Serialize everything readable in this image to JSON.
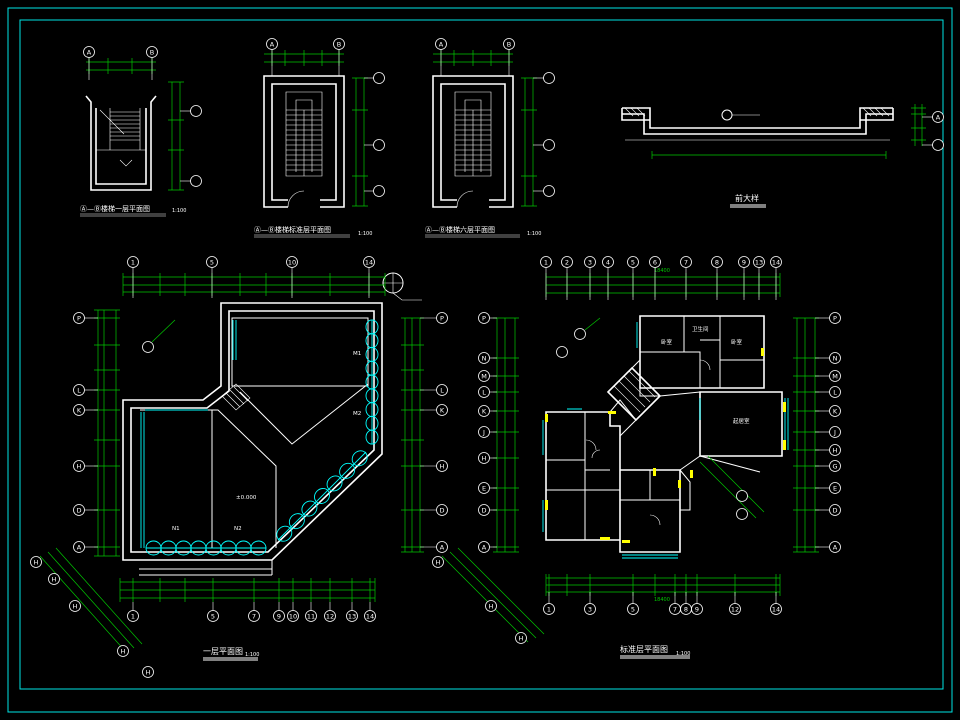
{
  "colors": {
    "background": "#000000",
    "frame": "#00e5e5",
    "walls": "#ffffff",
    "dimensions": "#00c800",
    "windows": "#00ffff",
    "fixtures": "#ffff00"
  },
  "stairs": [
    {
      "title": "Ⓐ—Ⓑ楼梯一层平面图",
      "scale": "1:100",
      "axes": [
        "A",
        "B"
      ]
    },
    {
      "title": "Ⓐ—Ⓑ楼梯标准层平面图",
      "scale": "1:100",
      "axes": [
        "A",
        "B"
      ]
    },
    {
      "title": "Ⓐ—Ⓑ楼梯六层平面图",
      "scale": "1:100",
      "axes": [
        "A",
        "B"
      ]
    }
  ],
  "detail": {
    "title": "前大样",
    "axes": [
      "A"
    ]
  },
  "plan_ground": {
    "title": "一层平面图",
    "scale": "1:100",
    "level": "±0.000",
    "labels": [
      "N1",
      "N2",
      "M1",
      "M2"
    ],
    "axes": {
      "top": [
        "1",
        "5",
        "10",
        "14"
      ],
      "bottom": [
        "1",
        "5",
        "7",
        "9",
        "10",
        "11",
        "12",
        "13",
        "14"
      ],
      "left": [
        "P",
        "L",
        "K",
        "H",
        "D",
        "A"
      ],
      "right": [
        "P",
        "L",
        "K",
        "H",
        "D",
        "A"
      ],
      "diagonal": [
        "H",
        "H",
        "H",
        "H",
        "H"
      ]
    }
  },
  "plan_standard": {
    "title": "标准层平面图",
    "scale": "1:100",
    "total_dimension": "18400",
    "rooms": [
      "卧室",
      "卫生间",
      "卧室",
      "起居室"
    ],
    "axes": {
      "top": [
        "1",
        "2",
        "3",
        "4",
        "5",
        "6",
        "7",
        "8",
        "9",
        "13",
        "14"
      ],
      "bottom": [
        "1",
        "3",
        "5",
        "7",
        "8",
        "9",
        "12",
        "14"
      ],
      "left": [
        "P",
        "N",
        "M",
        "L",
        "K",
        "J",
        "H",
        "E",
        "D",
        "A"
      ],
      "right": [
        "P",
        "N",
        "M",
        "L",
        "K",
        "J",
        "H",
        "G",
        "E",
        "D",
        "A"
      ],
      "diagonal": [
        "H",
        "H",
        "H"
      ]
    }
  }
}
